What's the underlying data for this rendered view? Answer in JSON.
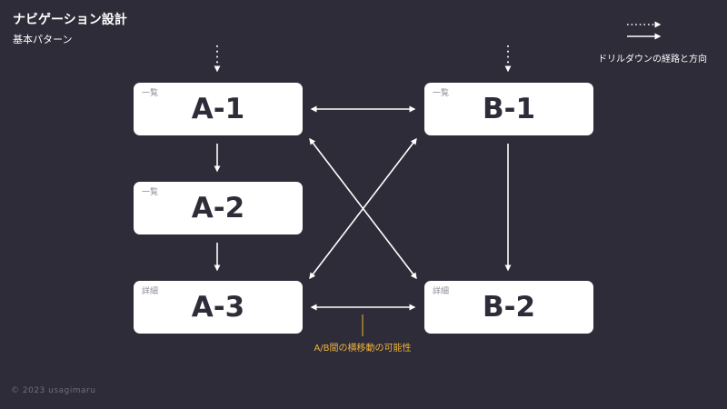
{
  "header": {
    "title": "ナビゲーション設計",
    "subtitle": "基本パターン"
  },
  "legend": {
    "drilldown_label": "ドリルダウンの経路と方向"
  },
  "cards": {
    "a1": {
      "tag": "一覧",
      "label": "A-1"
    },
    "a2": {
      "tag": "一覧",
      "label": "A-2"
    },
    "a3": {
      "tag": "詳細",
      "label": "A-3"
    },
    "b1": {
      "tag": "一覧",
      "label": "B-1"
    },
    "b2": {
      "tag": "詳細",
      "label": "B-2"
    }
  },
  "note": {
    "text": "A/B間の横移動の可能性"
  },
  "footer": {
    "copyright": "© 2023 usagimaru"
  },
  "colors": {
    "background": "#2d2c38",
    "card": "#ffffff",
    "arrow": "#ffffff",
    "accent": "#f0b33c",
    "muted": "#8b8a96"
  }
}
